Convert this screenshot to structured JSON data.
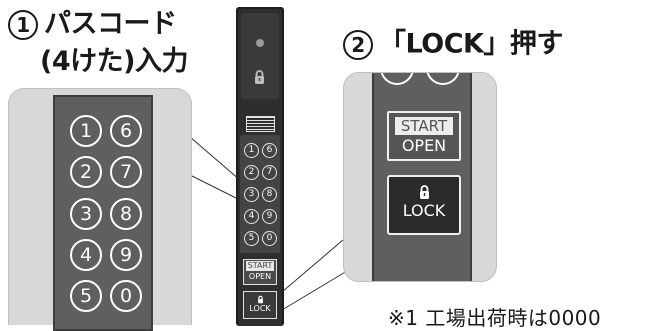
{
  "step1": {
    "number": "1",
    "line1": "パスコード",
    "line2": "(4けた)入力"
  },
  "step2": {
    "number": "2",
    "text": "「LOCK」押す"
  },
  "keypad_digits": [
    "1",
    "6",
    "2",
    "7",
    "3",
    "8",
    "4",
    "9",
    "5",
    "0"
  ],
  "start_button": {
    "line1": "START",
    "line2": "OPEN"
  },
  "lock_button": {
    "label": "LOCK",
    "icon": "padlock-icon"
  },
  "footnote": "※1 工場出荷時は0000",
  "colors": {
    "device": "#2e2e2e",
    "keypad": "#5f5f5f",
    "panel": "#d8d8d8"
  }
}
